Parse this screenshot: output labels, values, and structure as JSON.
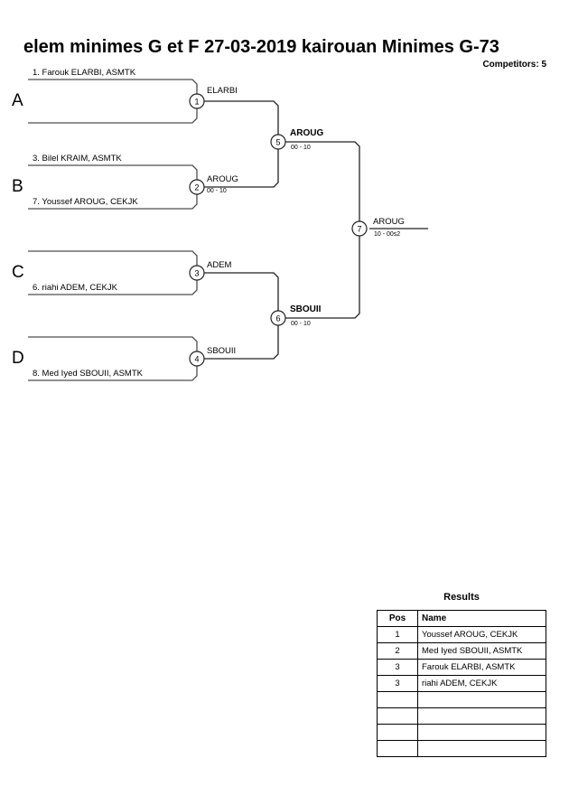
{
  "header": {
    "title": "elem minimes G et F  27-03-2019  kairouan   Minimes G-73",
    "competitors": "Competitors: 5"
  },
  "bracket": {
    "groups": [
      {
        "letter": "A"
      },
      {
        "letter": "B"
      },
      {
        "letter": "C"
      },
      {
        "letter": "D"
      }
    ],
    "seeds": [
      {
        "label": "1. Farouk ELARBI, ASMTK",
        "group": "A",
        "slot": "top"
      },
      {
        "label": "",
        "group": "A",
        "slot": "bottom"
      },
      {
        "label": "3. Bilel KRAIM, ASMTK",
        "group": "B",
        "slot": "top"
      },
      {
        "label": "7. Youssef AROUG, CEKJK",
        "group": "B",
        "slot": "bottom"
      },
      {
        "label": "",
        "group": "C",
        "slot": "top"
      },
      {
        "label": "6. riahi ADEM, CEKJK",
        "group": "C",
        "slot": "bottom"
      },
      {
        "label": "",
        "group": "D",
        "slot": "top"
      },
      {
        "label": "8. Med Iyed SBOUII, ASMTK",
        "group": "D",
        "slot": "bottom"
      }
    ],
    "matches": [
      {
        "number": "1",
        "winner": "ELARBI",
        "score": "",
        "bold": false
      },
      {
        "number": "2",
        "winner": "AROUG",
        "score": "00 - 10",
        "bold": false
      },
      {
        "number": "3",
        "winner": "ADEM",
        "score": "",
        "bold": false
      },
      {
        "number": "4",
        "winner": "SBOUII",
        "score": "",
        "bold": false
      },
      {
        "number": "5",
        "winner": "AROUG",
        "score": "00 - 10",
        "bold": true
      },
      {
        "number": "6",
        "winner": "SBOUII",
        "score": "00 - 10",
        "bold": true
      },
      {
        "number": "7",
        "winner": "AROUG",
        "score": "10 - 00s2",
        "bold": false
      }
    ]
  },
  "results": {
    "title": "Results",
    "columns": [
      "Pos",
      "Name"
    ],
    "rows": [
      {
        "pos": "1",
        "name": "Youssef AROUG, CEKJK"
      },
      {
        "pos": "2",
        "name": "Med Iyed SBOUII, ASMTK"
      },
      {
        "pos": "3",
        "name": "Farouk ELARBI, ASMTK"
      },
      {
        "pos": "3",
        "name": "riahi ADEM, CEKJK"
      },
      {
        "pos": "",
        "name": ""
      },
      {
        "pos": "",
        "name": ""
      },
      {
        "pos": "",
        "name": ""
      },
      {
        "pos": "",
        "name": ""
      }
    ]
  }
}
